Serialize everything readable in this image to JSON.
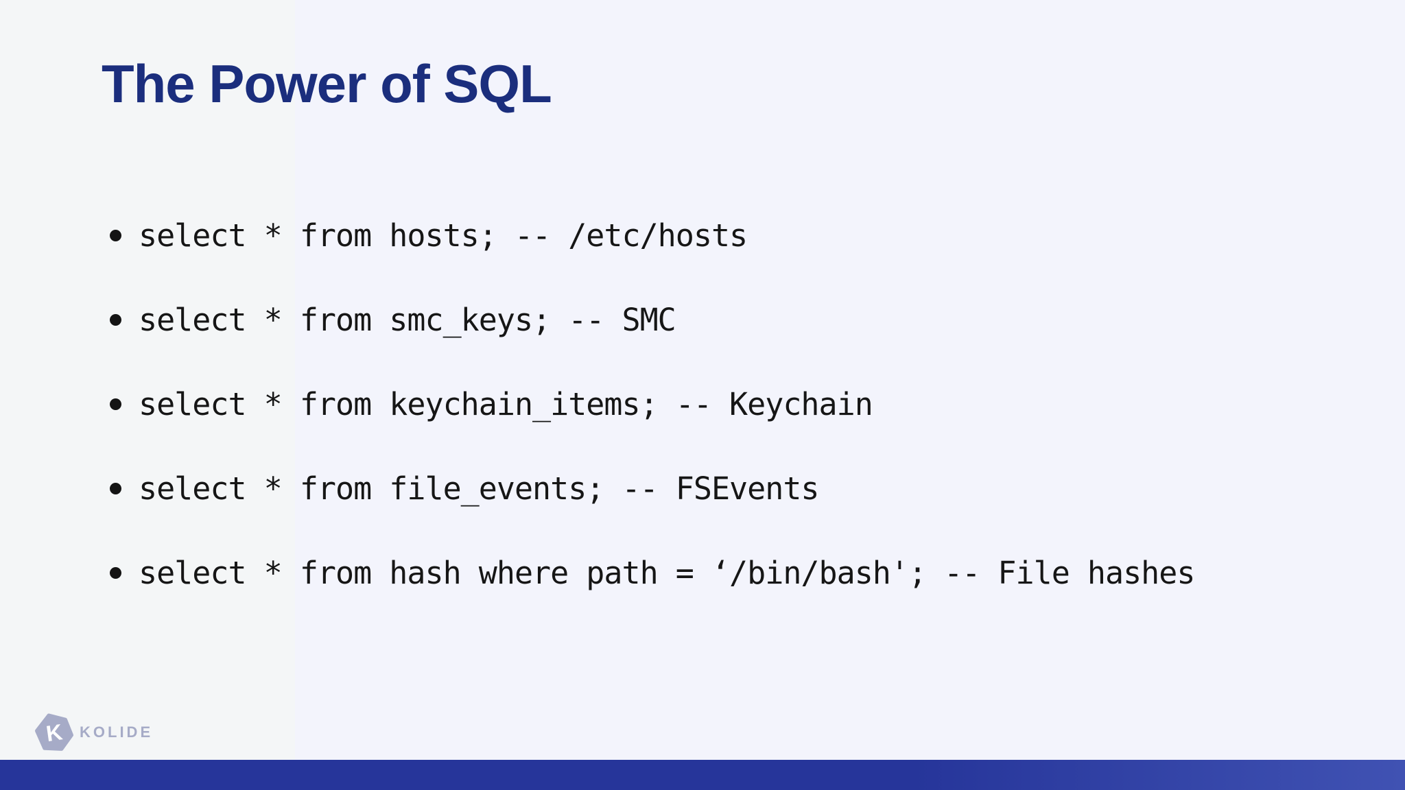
{
  "slide": {
    "title": "The Power of SQL",
    "bullets": [
      {
        "text": "select * from hosts; -- /etc/hosts"
      },
      {
        "text": "select * from smc_keys; -- SMC"
      },
      {
        "text": "select * from keychain_items; -- Keychain"
      },
      {
        "text": "select * from file_events; -- FSEvents"
      },
      {
        "text": "select * from hash where path = ‘/bin/bash'; -- File hashes"
      }
    ],
    "footer": {
      "brand": "KOLIDE",
      "logo_icon": "kolide-hexagon-k-icon",
      "logo_letter": "K"
    },
    "colors": {
      "title": "#1b2e7d",
      "body_text": "#161616",
      "background_left": "#f4f6f7",
      "background_right": "#f3f4fc",
      "bottom_bar_left": "#26359a",
      "bottom_bar_right": "#4052b3",
      "logo": "#a6abc7"
    }
  }
}
